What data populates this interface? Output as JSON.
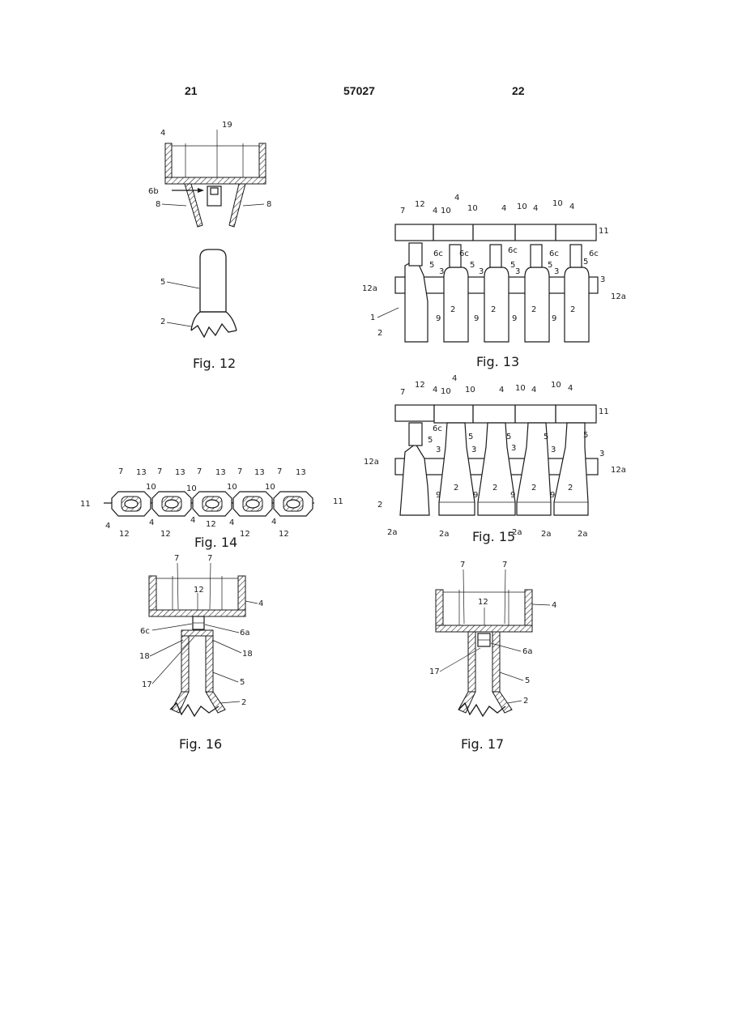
{
  "header": {
    "left_page": "21",
    "doc_number": "57027",
    "right_page": "22"
  },
  "figures": {
    "fig12": {
      "caption": "Fig. 12",
      "labels": {
        "cap": "4",
        "membrane": "19",
        "pin": "6b",
        "leg_left": "8",
        "leg_right": "8",
        "neck": "5",
        "body": "2"
      }
    },
    "fig13": {
      "caption": "Fig. 13",
      "labels": {
        "strip": "11",
        "end_tab": "12a",
        "row": "1",
        "link": "10",
        "cap": "4",
        "seal": "6c",
        "neck": "5",
        "web": "3",
        "notch": "9",
        "ampoule": "2",
        "lug": "7",
        "insert": "12"
      }
    },
    "fig14": {
      "caption": "Fig. 14",
      "labels": {
        "lug": "7",
        "window": "13",
        "link": "10",
        "cap": "4",
        "insert": "12",
        "strip": "11"
      }
    },
    "fig15": {
      "caption": "Fig. 15",
      "labels": {
        "strip": "11",
        "end_tab": "12a",
        "link": "10",
        "cap": "4",
        "seal": "6c",
        "neck": "5",
        "web": "3",
        "notch": "9",
        "ampoule": "2",
        "base": "2a",
        "lug": "7",
        "insert": "12"
      }
    },
    "fig16": {
      "caption": "Fig. 16",
      "labels": {
        "lug": "7",
        "insert": "12",
        "cap": "4",
        "seal_c": "6c",
        "seal_a": "6a",
        "wall": "18",
        "bore": "17",
        "neck": "5",
        "body": "2"
      }
    },
    "fig17": {
      "caption": "Fig. 17",
      "labels": {
        "lug": "7",
        "insert": "12",
        "cap": "4",
        "seal_a": "6a",
        "bore": "17",
        "neck": "5",
        "body": "2"
      }
    }
  }
}
